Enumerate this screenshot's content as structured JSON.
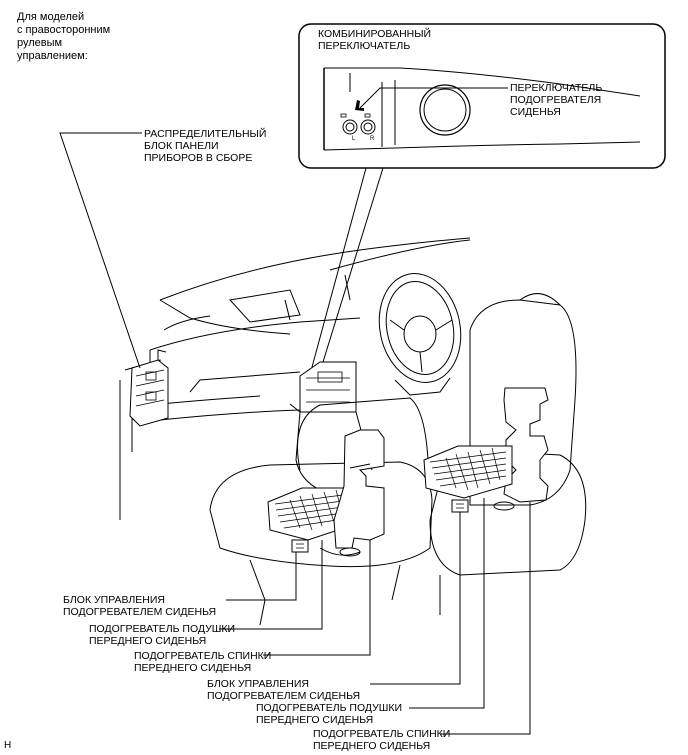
{
  "notes": {
    "rhd": "Для моделей\nс правосторонним\nрулевым\nуправлением:",
    "fig_id": "H"
  },
  "callouts": {
    "combined_switch": "КОМБИНИРОВАННЫЙ\nПЕРЕКЛЮЧАТЕЛЬ",
    "seat_heater_switch": "ПЕРЕКЛЮЧАТЕЛЬ\nПОДОГРЕВАТЕЛЯ\nСИДЕНЬЯ",
    "instrument_panel_jb": "РАСПРЕДЕЛИТЕЛЬНЫЙ\nБЛОК ПАНЕЛИ\nПРИБОРОВ В СБОРЕ",
    "heater_ecu_1": "БЛОК УПРАВЛЕНИЯ\nПОДОГРЕВАТЕЛЕМ СИДЕНЬЯ",
    "cushion_heater_1": "ПОДОГРЕВАТЕЛЬ ПОДУШКИ\nПЕРЕДНЕГО СИДЕНЬЯ",
    "back_heater_1": "ПОДОГРЕВАТЕЛЬ СПИНКИ\nПЕРЕДНЕГО СИДЕНЬЯ",
    "heater_ecu_2": "БЛОК УПРАВЛЕНИЯ\nПОДОГРЕВАТЕЛЕМ СИДЕНЬЯ",
    "cushion_heater_2": "ПОДОГРЕВАТЕЛЬ ПОДУШКИ\nПЕРЕДНЕГО СИДЕНЬЯ",
    "back_heater_2": "ПОДОГРЕВАТЕЛЬ СПИНКИ\nПЕРЕДНЕГО СИДЕНЬЯ"
  },
  "switch_marks": {
    "left": "L",
    "right": "R"
  }
}
